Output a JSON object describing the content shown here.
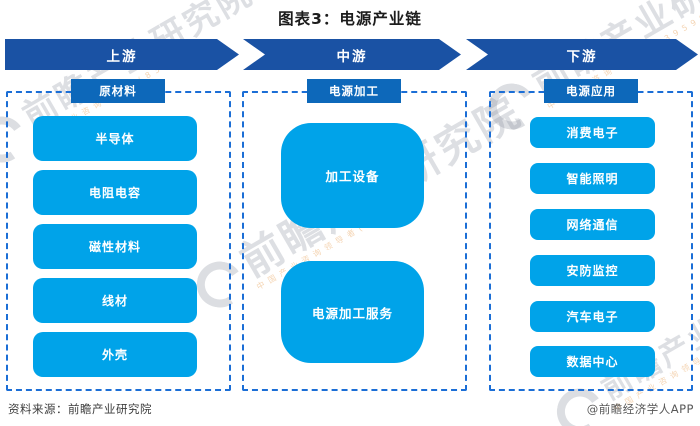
{
  "title": "图表3：电源产业链",
  "stages": [
    {
      "label": "上游"
    },
    {
      "label": "中游"
    },
    {
      "label": "下游"
    }
  ],
  "columns": [
    {
      "header": "原材料",
      "items": [
        "半导体",
        "电阻电容",
        "磁性材料",
        "线材",
        "外壳"
      ]
    },
    {
      "header": "电源加工",
      "items": [
        "加工设备",
        "电源加工服务"
      ]
    },
    {
      "header": "电源应用",
      "items": [
        "消费电子",
        "智能照明",
        "网络通信",
        "安防监控",
        "汽车电子",
        "数据中心"
      ]
    }
  ],
  "footer": {
    "source": "资料来源：前瞻产业研究院",
    "credit": "@前瞻经济学人APP"
  },
  "watermark": {
    "text": "前瞻产业研究院",
    "subtext": "中国产业咨询领导者(839599)"
  },
  "colors": {
    "stage_arrow": "#1A52A4",
    "header_tab": "#0D68BA",
    "item_box": "#00A3E9",
    "dashed_border": "#1B6ED6"
  }
}
